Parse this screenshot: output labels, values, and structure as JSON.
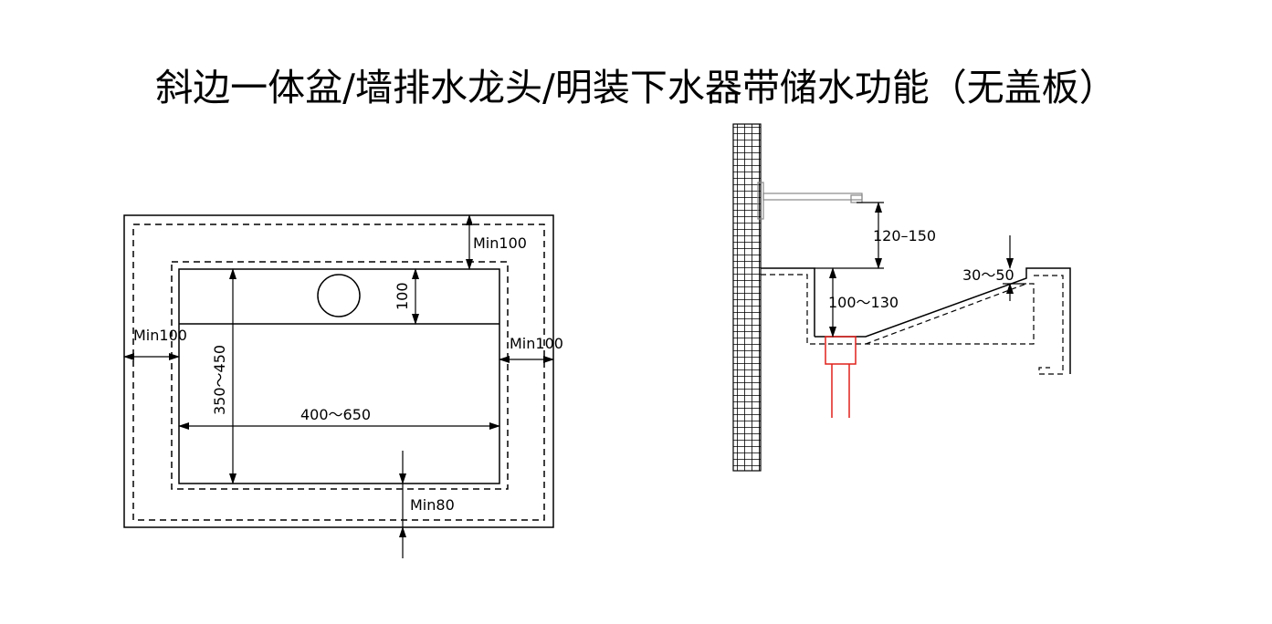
{
  "title": "斜边一体盆/墙排水龙头/明装下水器带储水功能（无盖板）",
  "plan_view": {
    "dim_top_clearance": "Min100",
    "dim_left_clearance": "Min100",
    "dim_right_clearance": "Min100",
    "dim_bottom_clearance": "Min80",
    "dim_faucet_zone": "100",
    "dim_depth": "350～450",
    "dim_width": "400～650"
  },
  "section_view": {
    "dim_spout_height": "120–150",
    "dim_basin_depth": "100～130",
    "dim_slope_rise": "30～50"
  },
  "colors": {
    "line": "#000000",
    "drain": "#e0201b",
    "faucet": "#888888"
  }
}
